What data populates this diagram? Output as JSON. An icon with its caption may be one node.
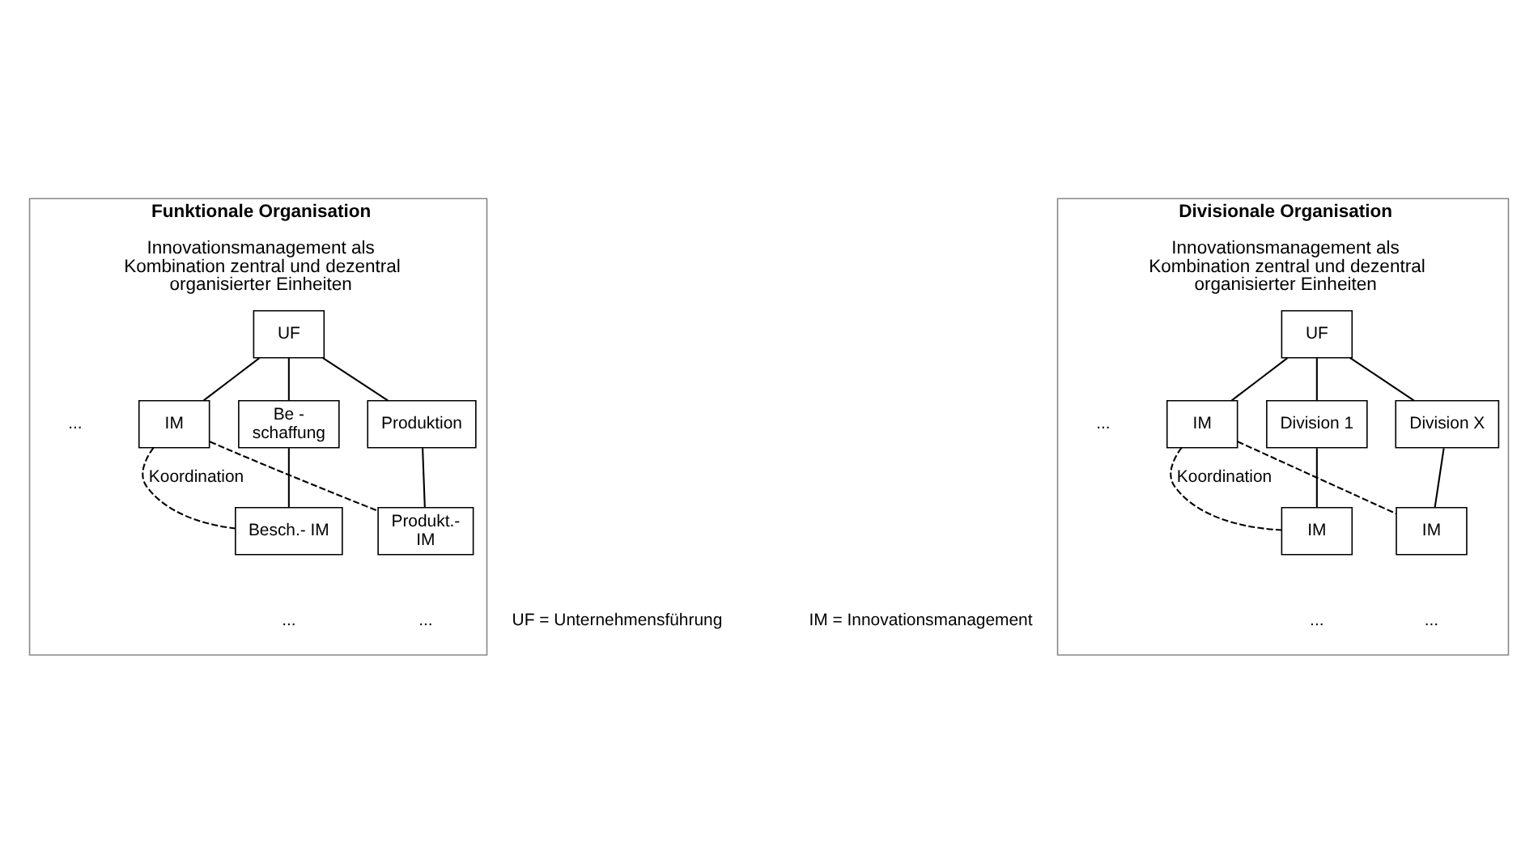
{
  "diagram": {
    "nodes": [
      {
        "text": [
          "Funktionale Organisation",
          "Innovationsmanagement als Kombination zentral und dezentral organisierter Einheiten"
        ]
      },
      {
        "text": [
          "UF"
        ],
        "in": 0
      },
      {
        "text": [
          "IM"
        ],
        "in": 0
      },
      {
        "text": [
          "Be - schaffung"
        ],
        "in": 0
      },
      {
        "text": [
          "Produktion"
        ],
        "in": 0
      },
      {
        "text": [
          "Besch.- IM"
        ],
        "in": 0
      },
      {
        "text": [
          "Produkt.- IM"
        ],
        "in": 0
      },
      {
        "text": [
          "Divisionale Organisation",
          "Innovationsmanagement als Kombination zentral und dezentral organisierter Einheiten"
        ]
      },
      {
        "text": [
          "UF"
        ],
        "in": 7
      },
      {
        "text": [
          "IM"
        ],
        "in": 7
      },
      {
        "text": [
          "Division 1"
        ],
        "in": 7
      },
      {
        "text": [
          "Division X"
        ],
        "in": 7
      },
      {
        "text": [
          "IM"
        ],
        "in": 7
      },
      {
        "text": [
          "IM"
        ],
        "in": 7
      }
    ],
    "edges": [
      {
        "from": 1,
        "to": 2,
        "arrow": "none"
      },
      {
        "from": 1,
        "to": 3,
        "arrow": "none"
      },
      {
        "from": 1,
        "to": 4,
        "arrow": "none"
      },
      {
        "from": 3,
        "to": 5,
        "arrow": "none"
      },
      {
        "from": 4,
        "to": 6,
        "arrow": "none"
      },
      {
        "from": 2,
        "to": 5,
        "arrow": "none",
        "style": "dashed",
        "label": "Koordination"
      },
      {
        "from": 2,
        "to": 6,
        "arrow": "none",
        "style": "dashed"
      },
      {
        "from": 8,
        "to": 9,
        "arrow": "none"
      },
      {
        "from": 8,
        "to": 10,
        "arrow": "none"
      },
      {
        "from": 8,
        "to": 11,
        "arrow": "none"
      },
      {
        "from": 10,
        "to": 12,
        "arrow": "none"
      },
      {
        "from": 11,
        "to": 13,
        "arrow": "none"
      },
      {
        "from": 9,
        "to": 12,
        "arrow": "none",
        "style": "dashed",
        "label": "Koordination"
      },
      {
        "from": 9,
        "to": 13,
        "arrow": "none",
        "style": "dashed"
      }
    ],
    "labels": [
      "...",
      "...",
      "...",
      "...",
      "...",
      "...",
      "UF = Unternehmensführung",
      "IM = Innovationsmanagement"
    ]
  }
}
